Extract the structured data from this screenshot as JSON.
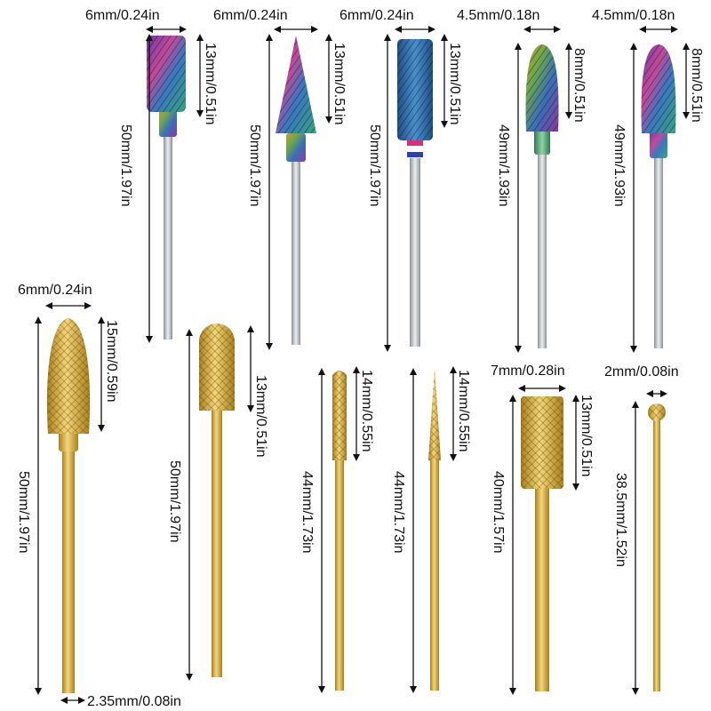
{
  "colors": {
    "background": "#ffffff",
    "text": "#111111",
    "gold": "#d8b046",
    "silver": "#b9bcc0",
    "blue": "#2f6fa8",
    "rainbow_start": "#7a3fa0",
    "rainbow_end": "#2f9e78"
  },
  "bits": [
    {
      "name": "rainbow-barrel-bit",
      "width_label": "6mm/0.24in",
      "head_label": "13mm/0.51in",
      "total_label": "50mm/1.97in"
    },
    {
      "name": "rainbow-cone-bit",
      "width_label": "6mm/0.24in",
      "head_label": "13mm/0.51in",
      "total_label": "50mm/1.97in"
    },
    {
      "name": "blue-barrel-bit",
      "width_label": "6mm/0.24in",
      "head_label": "13mm/0.51in",
      "total_label": "50mm/1.97in"
    },
    {
      "name": "rainbow-small-cone-bit-a",
      "width_label": "4.5mm/0.18n",
      "head_label": "8mm/0.51in",
      "total_label": "49mm/1.93in"
    },
    {
      "name": "rainbow-small-cone-bit-b",
      "width_label": "4.5mm/0.18n",
      "head_label": "8mm/0.51in",
      "total_label": "49mm/1.93in"
    },
    {
      "name": "gold-cone-bit",
      "width_label": "6mm/0.24in",
      "head_label": "15mm/0.59in",
      "total_label": "50mm/1.97in",
      "shank_label": "2.35mm/0.08in"
    },
    {
      "name": "gold-round-barrel-bit",
      "head_label": "13mm/0.51in",
      "total_label": "50mm/1.97in"
    },
    {
      "name": "gold-thin-barrel-bit",
      "head_label": "14mm/0.55in",
      "total_label": "44mm/1.73in"
    },
    {
      "name": "gold-thin-taper-bit",
      "head_label": "14mm/0.55in",
      "total_label": "44mm/1.73in"
    },
    {
      "name": "gold-wide-barrel-bit",
      "width_label": "7mm/0.28in",
      "head_label": "13mm/0.51in",
      "total_label": "40mm/1.57in"
    },
    {
      "name": "gold-ball-bit",
      "width_label": "2mm/0.08in",
      "total_label": "38.5mm/1.52in"
    }
  ]
}
